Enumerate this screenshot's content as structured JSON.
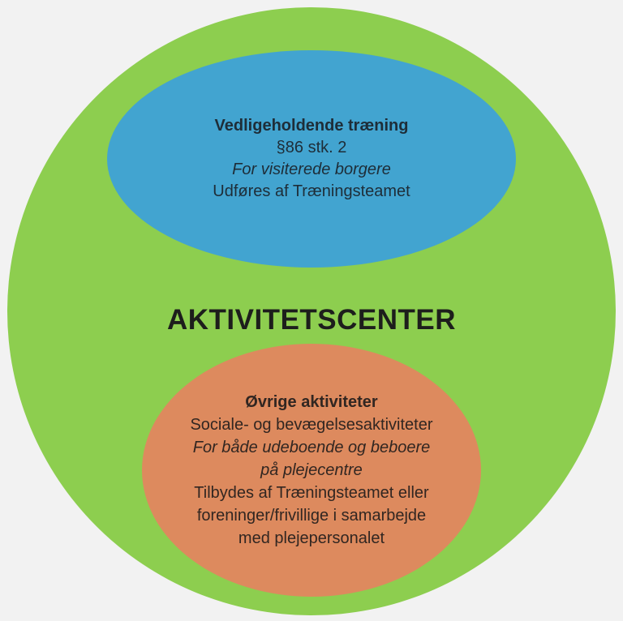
{
  "title": "AKTIVITETSCENTER",
  "colors": {
    "background": "#f2f2f2",
    "circle_green": "#8dce4f",
    "ellipse_blue": "#42a4d0",
    "ellipse_orange": "#dd8a5e",
    "title_text": "#1d1e1c",
    "blue_text": "#1e2d38",
    "orange_text": "#312621"
  },
  "blue_ellipse": {
    "lines": [
      "Vedligeholdende træning",
      "§86 stk. 2",
      "For visiterede borgere",
      "Udføres af Træningsteamet"
    ]
  },
  "orange_ellipse": {
    "lines": [
      "Øvrige aktiviteter",
      "Sociale- og bevægelsesaktiviteter",
      "For både udeboende og beboere",
      "på plejecentre",
      "Tilbydes af Træningsteamet eller",
      "foreninger/frivillige i samarbejde",
      "med plejepersonalet"
    ]
  }
}
